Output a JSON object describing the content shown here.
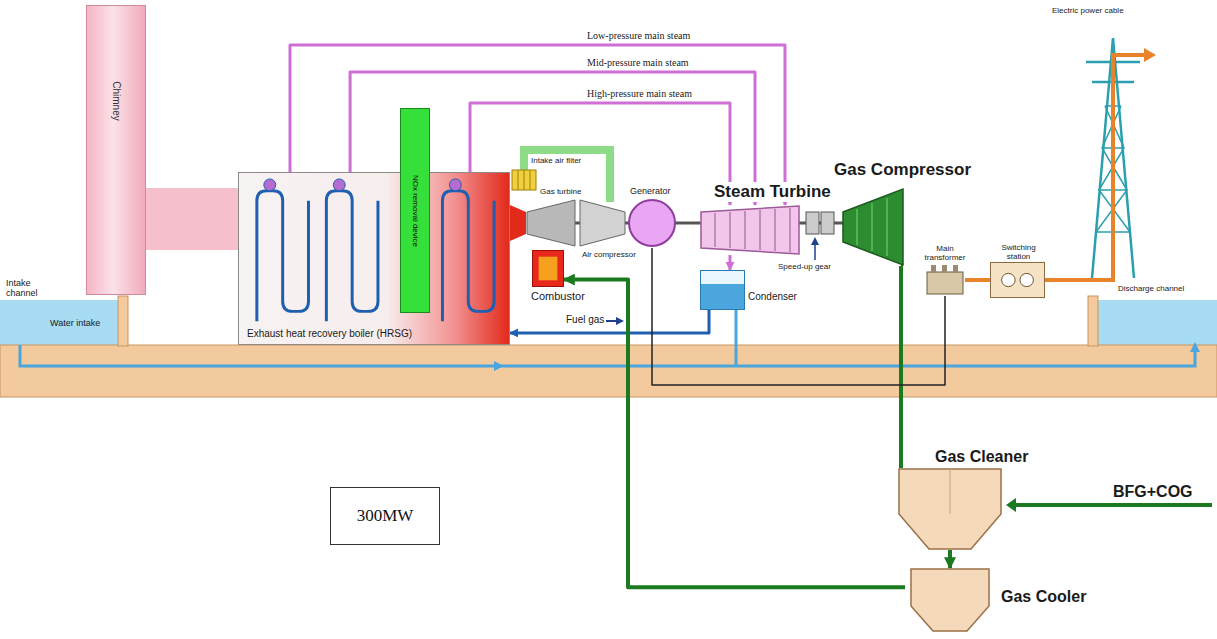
{
  "diagram": {
    "nodes": [
      {
        "text": [
          "Chimney"
        ]
      },
      {
        "text": [
          "Exhaust heat recovery boiler (HRSG)"
        ]
      },
      {
        "text": [
          "NOx removal device"
        ]
      },
      {
        "text": [
          "Generator"
        ]
      },
      {
        "text": [
          "Steam Turbine"
        ]
      },
      {
        "text": [
          "Gas Compressor"
        ]
      },
      {
        "text": [
          "Combustor"
        ]
      },
      {
        "text": [
          "Condenser"
        ]
      },
      {
        "text": [
          "Main transformer"
        ]
      },
      {
        "text": [
          "Switching station"
        ]
      },
      {
        "text": [
          "300MW"
        ]
      },
      {
        "text": [
          "Gas Cleaner"
        ]
      },
      {
        "text": [
          "Gas Cooler"
        ]
      }
    ],
    "edges": [
      {
        "from": 1,
        "to": 4,
        "arrow": "to",
        "label": "Low-pressure main steam"
      },
      {
        "from": 1,
        "to": 4,
        "arrow": "to",
        "label": "Mid-pressure main steam"
      },
      {
        "from": 1,
        "to": 4,
        "arrow": "to",
        "label": "High-pressure main steam"
      },
      {
        "from": 4,
        "to": 7,
        "arrow": "to"
      },
      {
        "from": 7,
        "to": 1,
        "arrow": "to"
      },
      {
        "from": 11,
        "to": 12,
        "arrow": "to"
      },
      {
        "from": 12,
        "to": 6,
        "arrow": "to"
      },
      {
        "from": 5,
        "to": 11,
        "arrow": "none"
      },
      {
        "from": 3,
        "to": 8,
        "arrow": "none"
      },
      {
        "from": 8,
        "to": 9,
        "arrow": "none"
      }
    ],
    "labels": [
      "Intake air filter",
      "Gas turbine",
      "Air compressor",
      "Speed-up gear",
      "Fuel gas",
      "Electric power cable",
      "Intake channel",
      "Water intake",
      "Discharge channel",
      "BFG+COG"
    ]
  }
}
